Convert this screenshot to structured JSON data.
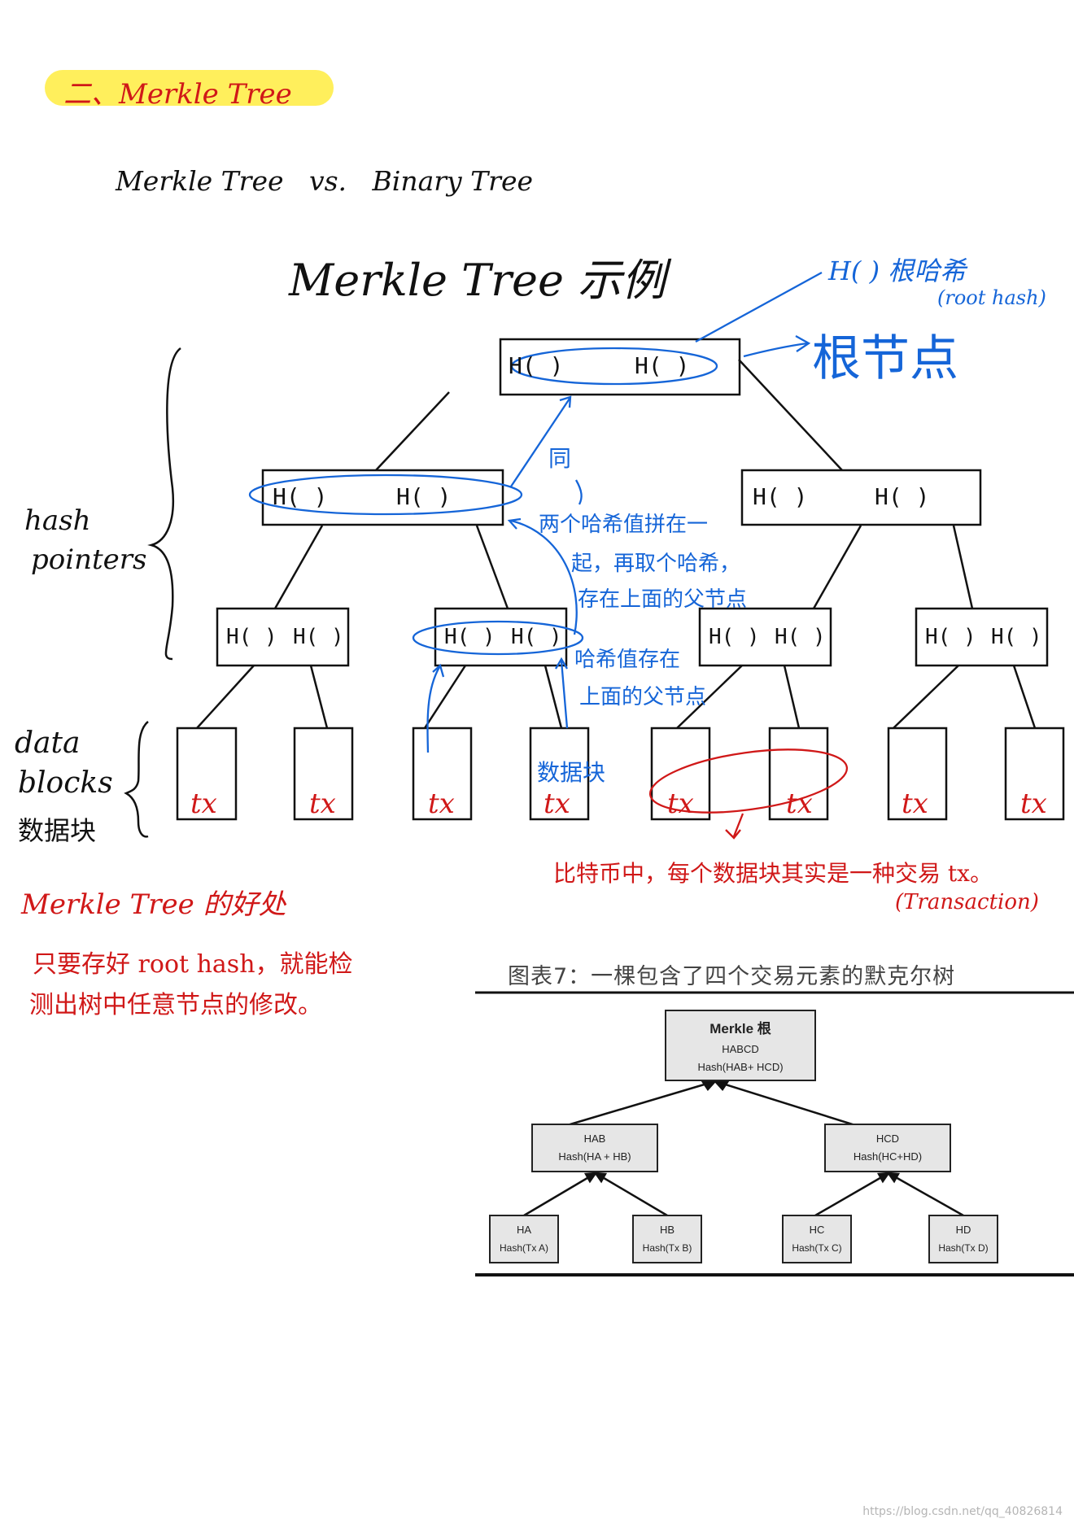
{
  "heading": "二、Merkle Tree",
  "comparison": "Merkle Tree   vs.   Binary Tree",
  "diagram_title": "Merkle Tree 示例",
  "hash_label": "H( )",
  "annotations": {
    "root_hash": "H( ) 根哈希",
    "root_hash_en": "(root hash)",
    "root_node": "根节点",
    "same": "同",
    "combine_1": "两个哈希值拼在一",
    "combine_2": "起，再取个哈希，",
    "combine_3": "存在上面的父节点",
    "store_1": "哈希值存在",
    "store_2": "上面的父节点",
    "data_block": "数据块",
    "btc_tx": "比特币中，每个数据块其实是一种交易 tx。",
    "btc_tx_en": "(Transaction)"
  },
  "left_labels": {
    "hash_pointers": [
      "hash",
      "pointers"
    ],
    "data_blocks": [
      "data",
      "blocks",
      "数据块"
    ]
  },
  "tx_label": "tx",
  "merkle_use": {
    "title": "Merkle Tree 的好处",
    "line1": "只要存好 root hash，就能检",
    "line2": "测出树中任意节点的修改。"
  },
  "figure": {
    "caption": "图表7：一棵包含了四个交易元素的默克尔树",
    "root": {
      "title": "Merkle 根",
      "hash": "HABCD",
      "formula": "Hash(HAB+ HCD)"
    },
    "mid": [
      {
        "hash": "HAB",
        "formula": "Hash(HA + HB)"
      },
      {
        "hash": "HCD",
        "formula": "Hash(HC+HD)"
      }
    ],
    "leaves": [
      {
        "hash": "HA",
        "formula": "Hash(Tx A)"
      },
      {
        "hash": "HB",
        "formula": "Hash(Tx B)"
      },
      {
        "hash": "HC",
        "formula": "Hash(Tx C)"
      },
      {
        "hash": "HD",
        "formula": "Hash(Tx D)"
      }
    ]
  },
  "watermark": "https://blog.csdn.net/qq_40826814",
  "colors": {
    "ink": "#111111",
    "blue": "#1565d8",
    "red": "#d01818",
    "highlight": "#ffef5c",
    "fig_box": "#e6e6e6"
  }
}
